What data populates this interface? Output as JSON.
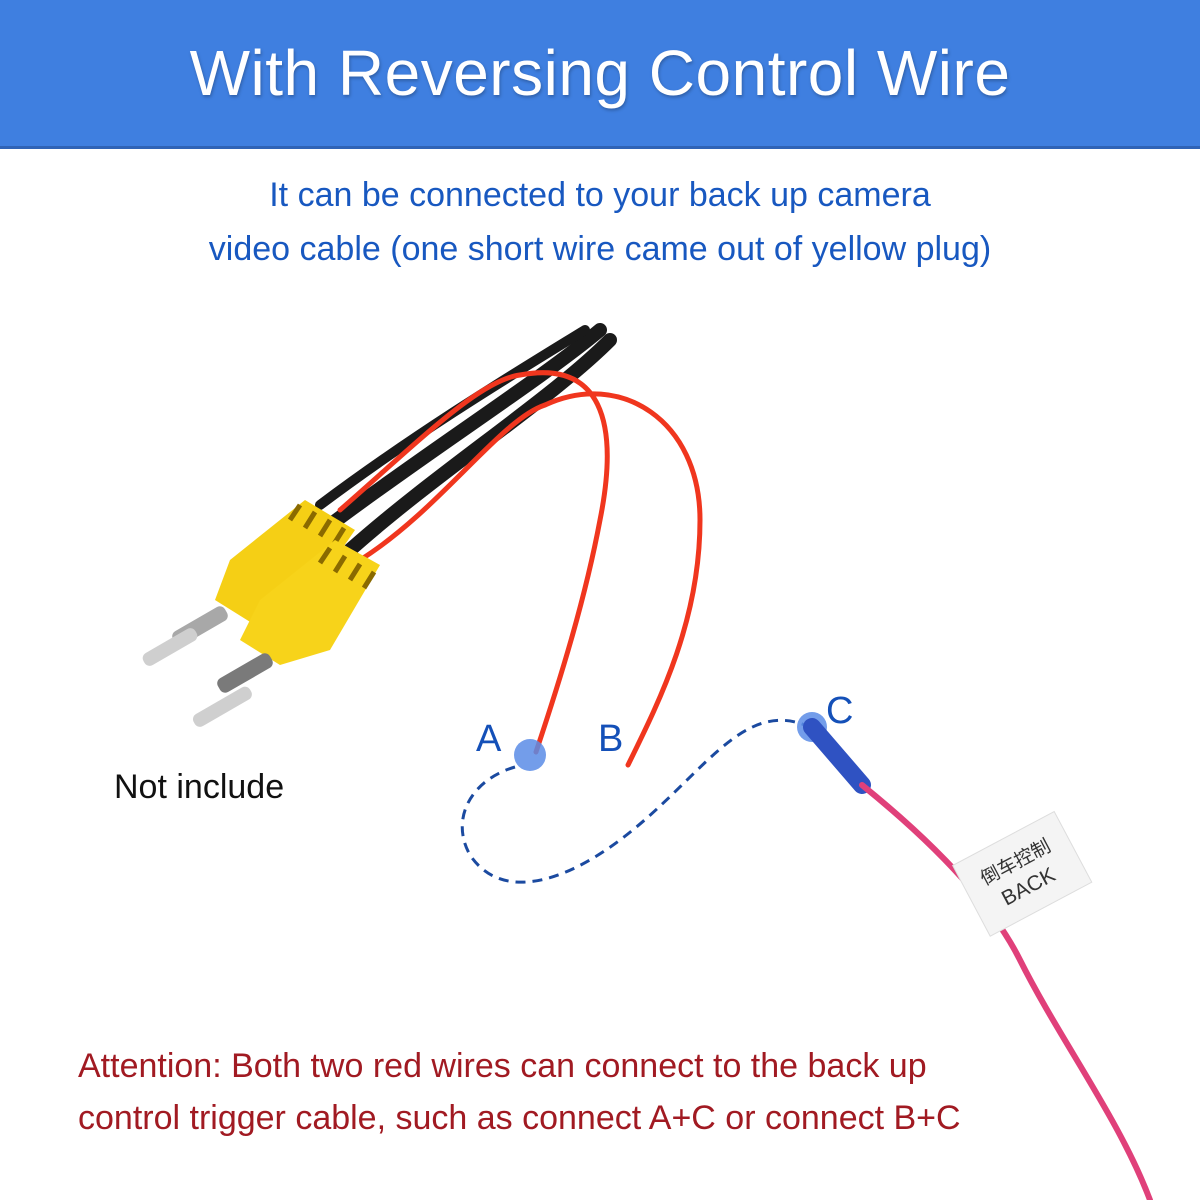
{
  "header": {
    "title": "With Reversing Control Wire"
  },
  "subtitle": {
    "line1": "It can be connected to your back up camera",
    "line2": "video cable (one short wire came out of yellow plug)"
  },
  "product": {
    "rca_plugs_note": "Not include",
    "points": {
      "a": "A",
      "b": "B",
      "c": "C"
    },
    "tag": {
      "line1": "倒车控制",
      "line2": "BACK"
    }
  },
  "attention": {
    "line1": "Attention: Both two red wires can connect to the back up",
    "line2": "control trigger cable, such as connect A+C or connect B+C"
  },
  "colors": {
    "banner": "#3f7fe0",
    "subtitle_text": "#1858c0",
    "attention_text": "#a11a22",
    "red_wire": "#f0361e",
    "pink_wire": "#e0407a",
    "rca_yellow": "#f7d31a",
    "connector_blue": "#3a5fd0",
    "dashed_path": "#1b4aa0"
  }
}
